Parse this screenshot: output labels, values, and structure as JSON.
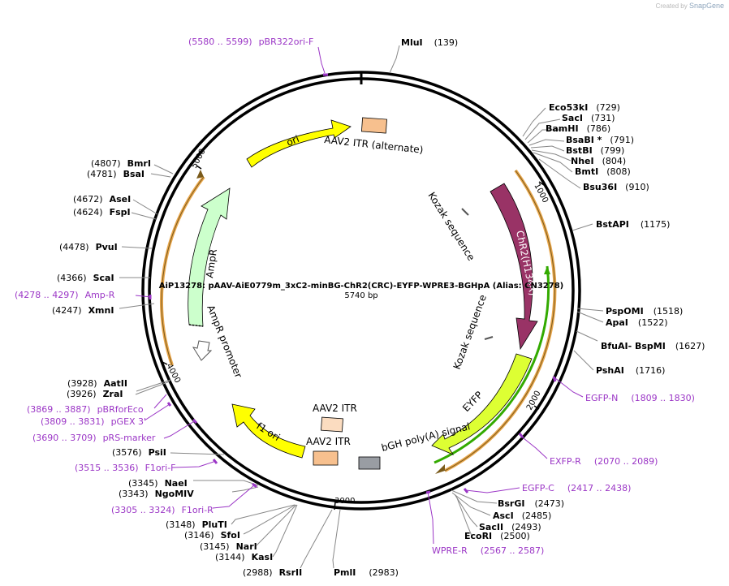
{
  "brand": {
    "prefix": "Created by",
    "name": "SnapGene"
  },
  "map": {
    "title": "AiP13278: pAAV-AiE0779m_3xC2-minBG-ChR2(CRC)-EYFP-WPRE3-BGHpA  (Alias: CN3278)",
    "size": "5740 bp",
    "ticks": [
      "1000",
      "2000",
      "3000",
      "4000",
      "5000"
    ]
  },
  "sites": [
    {
      "name": "MluI",
      "pos": "(139)"
    },
    {
      "name": "Eco53kI",
      "pos": "(729)"
    },
    {
      "name": "SacI",
      "pos": "(731)"
    },
    {
      "name": "BamHI",
      "pos": "(786)"
    },
    {
      "name": "BsaBI *",
      "pos": "(791)"
    },
    {
      "name": "BstBI",
      "pos": "(799)"
    },
    {
      "name": "NheI",
      "pos": "(804)"
    },
    {
      "name": "BmtI",
      "pos": "(808)"
    },
    {
      "name": "Bsu36I",
      "pos": "(910)"
    },
    {
      "name": "BstAPI",
      "pos": "(1175)"
    },
    {
      "name": "PspOMI",
      "pos": "(1518)"
    },
    {
      "name": "ApaI",
      "pos": "(1522)"
    },
    {
      "name": "BfuAI",
      "pos": ""
    },
    {
      "name": "- BspMI",
      "pos": "(1627)"
    },
    {
      "name": "PshAI",
      "pos": "(1716)"
    },
    {
      "name": "BsrGI",
      "pos": "(2473)"
    },
    {
      "name": "AscI",
      "pos": "(2485)"
    },
    {
      "name": "SacII",
      "pos": "(2493)"
    },
    {
      "name": "EcoRI",
      "pos": "(2500)"
    },
    {
      "name": "PmlI",
      "pos": "(2983)"
    },
    {
      "name": "RsrII",
      "pos": "(2988)"
    },
    {
      "name": "KasI",
      "pos": "(3144)"
    },
    {
      "name": "NarI",
      "pos": "(3145)"
    },
    {
      "name": "SfoI",
      "pos": "(3146)"
    },
    {
      "name": "PluTI",
      "pos": "(3148)"
    },
    {
      "name": "NgoMIV",
      "pos": "(3343)"
    },
    {
      "name": "NaeI",
      "pos": "(3345)"
    },
    {
      "name": "PsiI",
      "pos": "(3576)"
    },
    {
      "name": "ZraI",
      "pos": "(3926)"
    },
    {
      "name": "AatII",
      "pos": "(3928)"
    },
    {
      "name": "XmnI",
      "pos": "(4247)"
    },
    {
      "name": "ScaI",
      "pos": "(4366)"
    },
    {
      "name": "PvuI",
      "pos": "(4478)"
    },
    {
      "name": "FspI",
      "pos": "(4624)"
    },
    {
      "name": "AseI",
      "pos": "(4672)"
    },
    {
      "name": "BsaI",
      "pos": "(4781)"
    },
    {
      "name": "BmrI",
      "pos": "(4807)"
    }
  ],
  "primers": [
    {
      "name": "pBR322ori-F",
      "range": "(5580 .. 5599)"
    },
    {
      "name": "EGFP-N",
      "range": "(1809 .. 1830)"
    },
    {
      "name": "EXFP-R",
      "range": "(2070 .. 2089)"
    },
    {
      "name": "EGFP-C",
      "range": "(2417 .. 2438)"
    },
    {
      "name": "WPRE-R",
      "range": "(2567 .. 2587)"
    },
    {
      "name": "F1ori-R",
      "range": "(3305 .. 3324)"
    },
    {
      "name": "F1ori-F",
      "range": "(3515 .. 3536)"
    },
    {
      "name": "pRS-marker",
      "range": "(3690 .. 3709)"
    },
    {
      "name": "pGEX 3'",
      "range": "(3809 .. 3831)"
    },
    {
      "name": "pBRforEco",
      "range": "(3869 .. 3887)"
    },
    {
      "name": "Amp-R",
      "range": "(4278 .. 4297)"
    }
  ],
  "features": {
    "ori": "ori",
    "aav2_itr_alt": "AAV2 ITR (alternate)",
    "kozak_1": "Kozak sequence",
    "chr2": "ChR2(H134R)",
    "kozak_2": "Kozak sequence",
    "eyfp": "EYFP",
    "bgh": "bGH poly(A) signal",
    "aav2_itr_1": "AAV2 ITR",
    "aav2_itr_2": "AAV2 ITR",
    "f1ori": "f1 ori",
    "ampr": "AmpR",
    "ampr_promoter": "AmpR promoter"
  },
  "colors": {
    "ori": "#ffff00",
    "itr": "#f7c08e",
    "itr_light": "#fbdcc0",
    "chr2": "#993366",
    "eyfp": "#ddff33",
    "ampr": "#ccffcc",
    "bgh": "#999da3",
    "primer": "#9b36c6",
    "orange_track": "#f0b455",
    "green_track": "#33aa00"
  }
}
